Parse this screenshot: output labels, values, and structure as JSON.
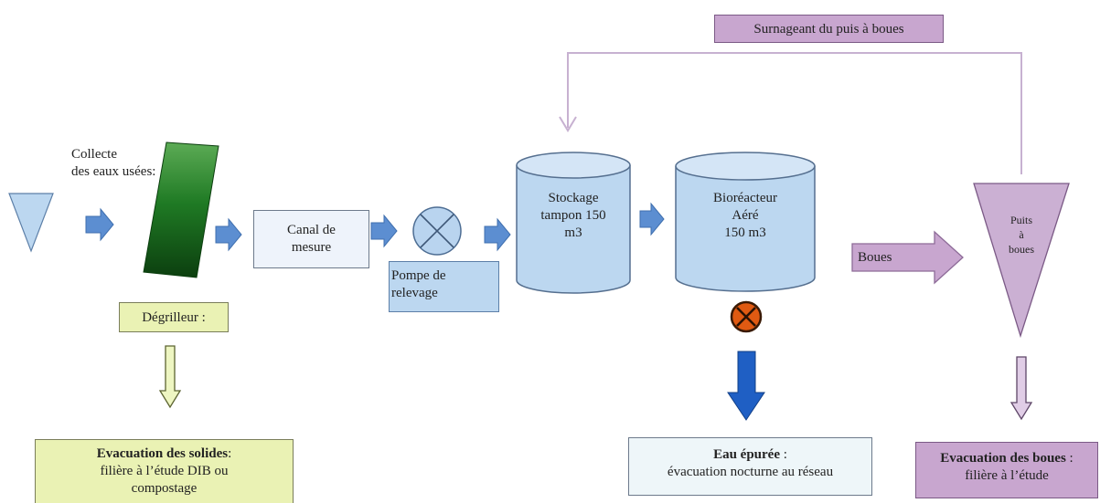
{
  "colors": {
    "blue_fill": "#bcd7f0",
    "blue_light": "#dbe9f7",
    "purple": "#c8a6cf",
    "purple_dark": "#9b78a6",
    "yellow": "#eaf2b4",
    "green_dark": "#0f4d12",
    "green_light": "#4fa34c",
    "arrow_blue": "#5c8ed1",
    "arrow_dark_blue": "#1f5fc4",
    "stroke": "#666666"
  },
  "labels": {
    "collecte_line1": "Collecte",
    "collecte_line2": "des eaux usées:",
    "degrilleur": "Dégrilleur :",
    "canal_line1": "Canal de",
    "canal_line2": "mesure",
    "pompe_line1": "Pompe de",
    "pompe_line2": "relevage",
    "stockage_line1": "Stockage",
    "stockage_line2": "tampon 150",
    "stockage_line3": "m3",
    "bioreacteur_line1": "Bioréacteur",
    "bioreacteur_line2": "Aéré",
    "bioreacteur_line3": "150 m3",
    "boues_arrow": "Boues",
    "puits_line1": "Puits",
    "puits_line2": "à",
    "puits_line3": "boues",
    "surnageant": "Surnageant du puis à boues",
    "evac_solides_title": "Evacuation des solides",
    "evac_solides_colon": ":",
    "evac_solides_line2": "filière à l’étude DIB ou",
    "evac_solides_line3": "compostage",
    "eau_epuree_title": "Eau épurée",
    "eau_epuree_colon": " :",
    "eau_epuree_line2": "évacuation nocturne au réseau",
    "evac_boues_title": "Evacuation des boues",
    "evac_boues_colon": " :",
    "evac_boues_line2": "filière à l’étude"
  }
}
